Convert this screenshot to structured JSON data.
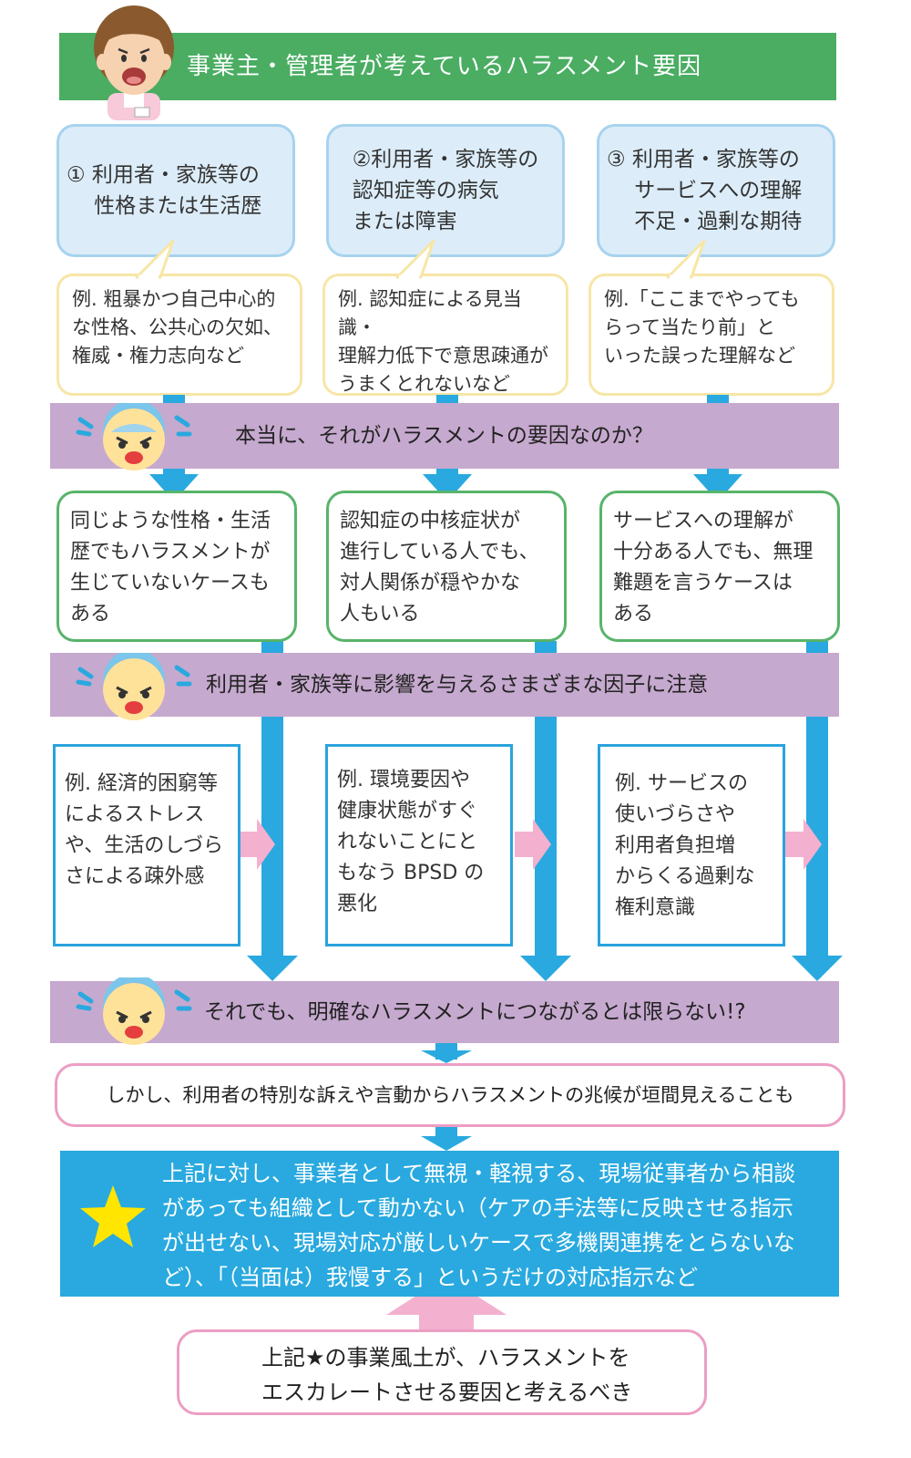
{
  "header": {
    "title": "事業主・管理者が考えているハラスメント要因"
  },
  "factors": [
    {
      "title": "① 利用者・家族等の\n　 性格または生活歴",
      "example": "例. 粗暴かつ自己中心的\nな性格、公共心の欠如、\n権威・権力志向など"
    },
    {
      "title": "②利用者・家族等の\n認知症等の病気\nまたは障害",
      "example": "例. 認知症による見当識・\n理解力低下で意思疎通が\nうまくとれないなど"
    },
    {
      "title": "③ 利用者・家族等の\n　 サービスへの理解\n　 不足・過剰な期待",
      "example": "例.「ここまでやっても\nらって当たり前」と\nいった誤った理解など"
    }
  ],
  "question1": "本当に、それがハラスメントの要因なのか？",
  "counter_examples": [
    "同じような性格・生活\n歴でもハラスメントが\n生じていないケースも\nある",
    "認知症の中核症状が\n進行している人でも、\n対人関係が穏やかな\n人もいる",
    "サービスへの理解が\n十分ある人でも、無理\n難題を言うケースは\nある"
  ],
  "question2": "利用者・家族等に影響を与えるさまざまな因子に注意",
  "influence_examples": [
    "例. 経済的困窮等\nによるストレス\nや、生活のしづら\nさによる疎外感",
    "例. 環境要因や\n健康状態がすぐ\nれないことにと\nもなう BPSD の\n悪化",
    "例. サービスの\n使いづらさや\n利用者負担増\nからくる過剰な\n権利意識"
  ],
  "question3": "それでも、明確なハラスメントにつながるとは限らない!?",
  "however": "しかし、利用者の特別な訴えや言動からハラスメントの兆候が垣間見えることも",
  "organization_note": "上記に対し、事業者として無視・軽視する、現場従事者から相談\nがあっても組織として動かない（ケアの手法等に反映させる指示\nが出せない、現場対応が厳しいケースで多機関連携をとらないな\nど）、「（当面は）我慢する」というだけの対応指示など",
  "conclusion": "上記★の事業風土が、ハラスメントを\nエスカレートさせる要因と考えるべき",
  "icons": {
    "person": "nurse-icon",
    "worried_face": "worried-face-icon",
    "star": "star-icon"
  },
  "colors": {
    "header_green": "#4aad62",
    "light_blue_fill": "#dcedf9",
    "purple_bar": "#c6a9cf",
    "arrow_blue": "#29a9df",
    "pink": "#f3b0cf",
    "star_yellow": "#ffe500"
  }
}
